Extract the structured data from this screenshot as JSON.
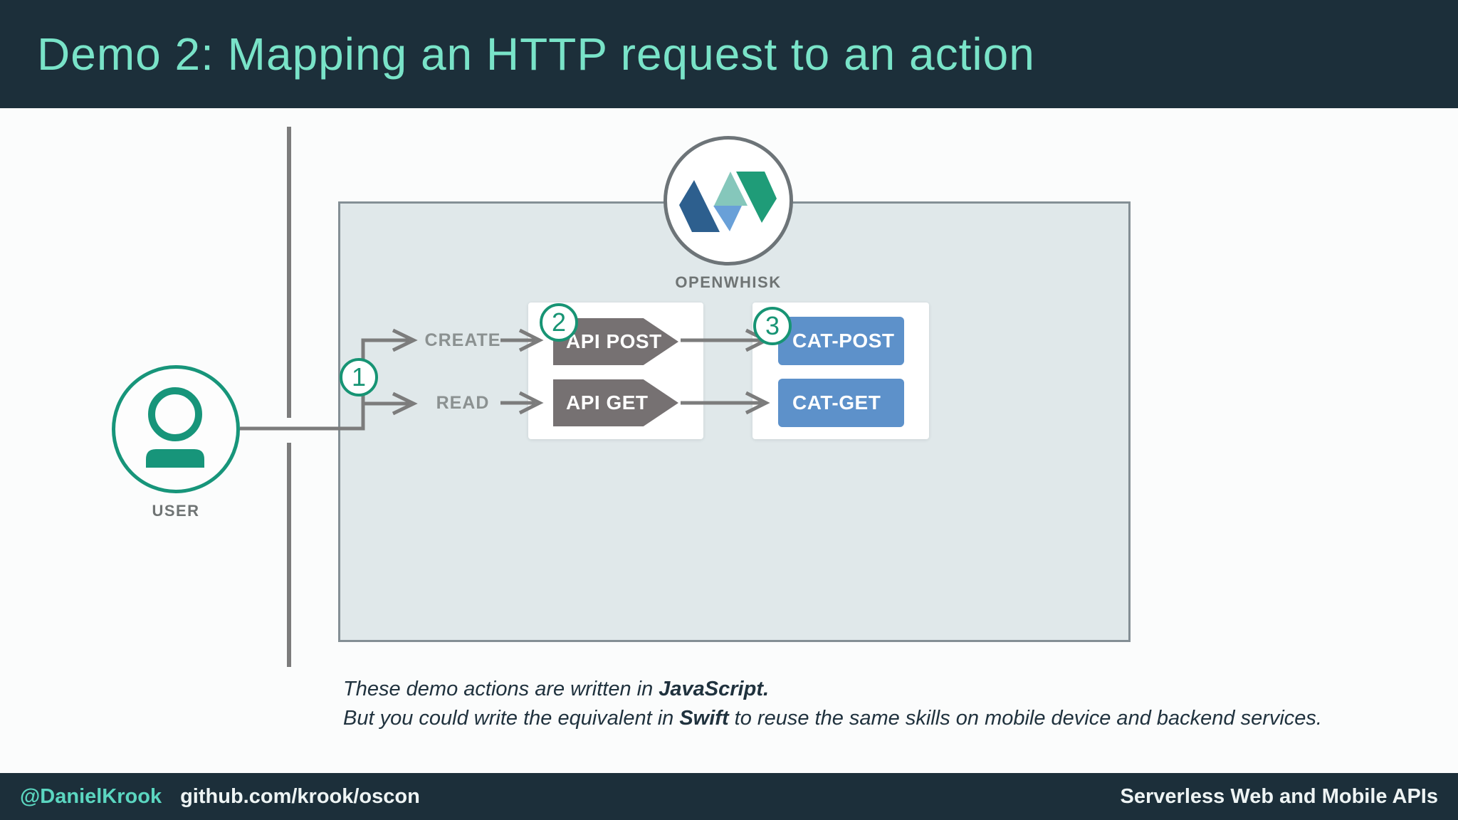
{
  "header": {
    "title": "Demo 2: Mapping an HTTP request to an action"
  },
  "diagram": {
    "openwhisk_label": "OPENWHISK",
    "user_label": "USER",
    "steps": [
      "1",
      "2",
      "3"
    ],
    "create_label": "CREATE",
    "read_label": "READ",
    "api_post_label": "API POST",
    "api_get_label": "API GET",
    "cat_post_label": "CAT-POST",
    "cat_get_label": "CAT-GET",
    "icons": {
      "user": "user-icon",
      "openwhisk": "openwhisk-logo-icon",
      "arrows": "right-arrow-icon"
    }
  },
  "caption": {
    "line1_prefix": "These demo actions are written in ",
    "line1_bold": "JavaScript.",
    "line2_prefix": "But you could write the equivalent in ",
    "line2_bold": "Swift",
    "line2_suffix": " to reuse the same skills on mobile device and backend services."
  },
  "footer": {
    "handle": "@DanielKrook",
    "repo": "github.com/krook/oscon",
    "title": "Serverless Web and Mobile APIs"
  },
  "colors": {
    "bar_background": "#1c2f3a",
    "title_teal": "#79e3c8",
    "footer_teal": "#5bd6c0",
    "accent_green": "#179474",
    "action_blue": "#5d91ca",
    "tag_gray": "#767172",
    "line_gray": "#7c7c7c",
    "box_fill": "#e0e8ea",
    "logo_dark_blue": "#2d5f8e",
    "logo_light_blue": "#69a0d8",
    "logo_teal": "#85c7bb",
    "logo_green": "#1f9c78"
  }
}
